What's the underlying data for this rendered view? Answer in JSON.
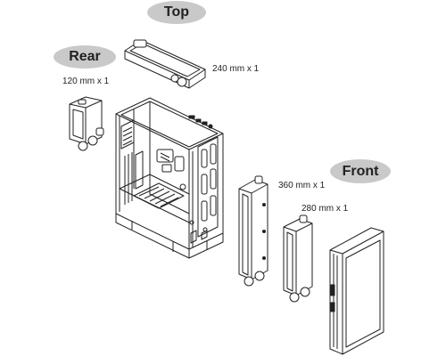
{
  "sections": {
    "top": {
      "label": "Top",
      "size": "240 mm x 1"
    },
    "rear": {
      "label": "Rear",
      "size": "120 mm x 1"
    },
    "front": {
      "label": "Front",
      "size_360": "360 mm x 1",
      "size_280": "280 mm x 1"
    }
  },
  "colors": {
    "line": "#222222",
    "pill": "#c9c9c9",
    "background": "#ffffff"
  }
}
